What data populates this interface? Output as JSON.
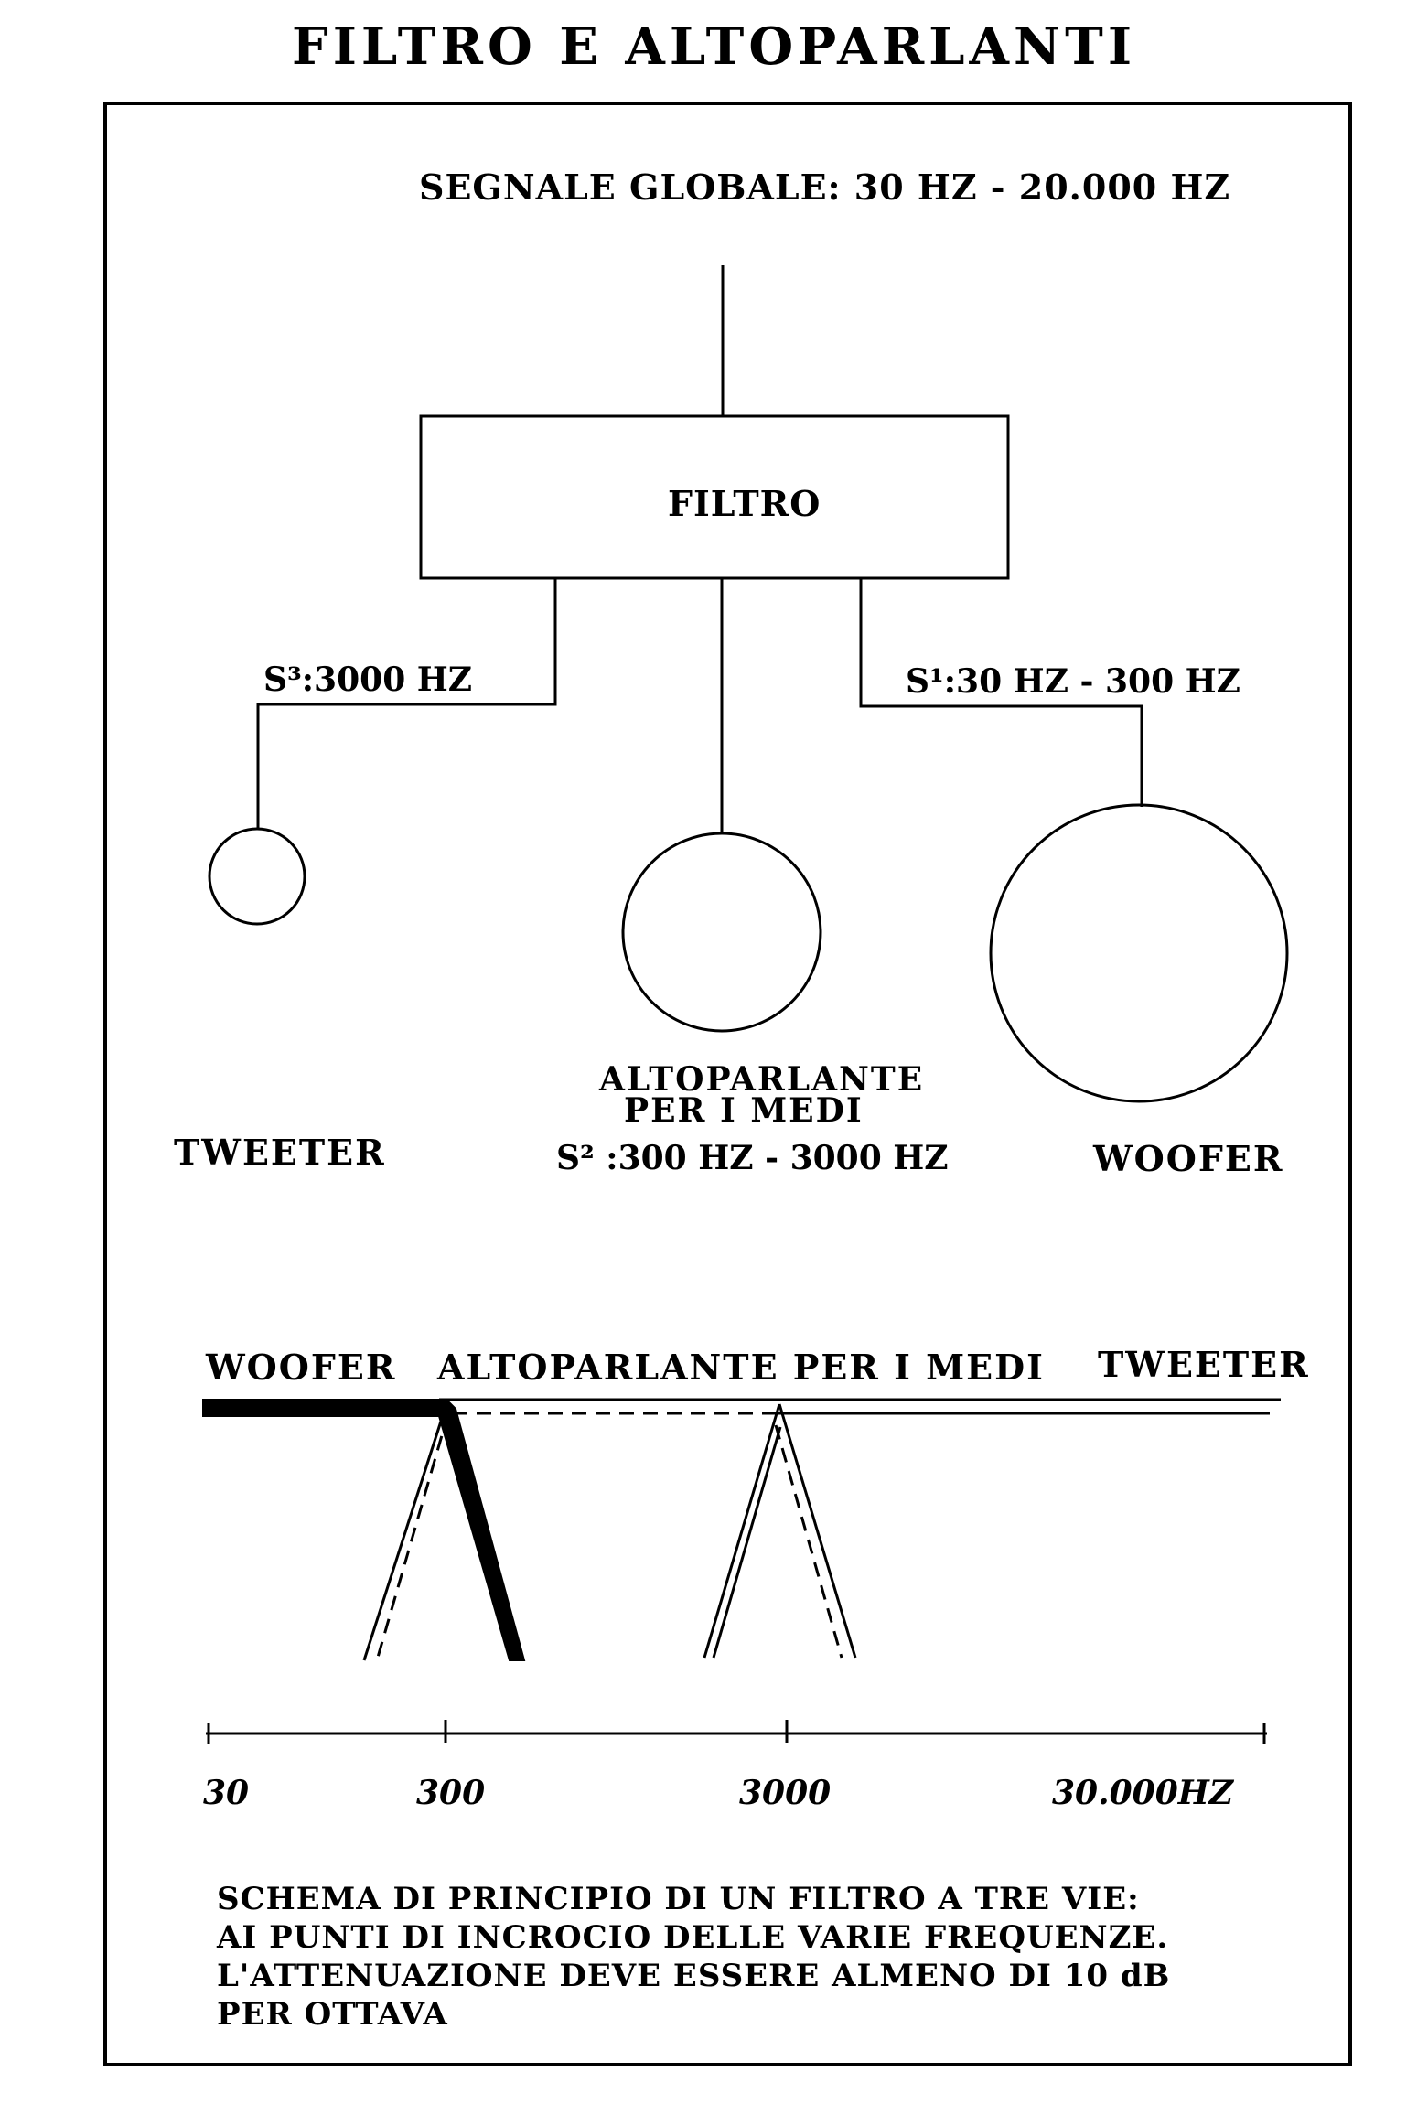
{
  "title": "FILTRO E ALTOPARLANTI",
  "signal_label": "SEGNALE GLOBALE: 30 HZ - 20.000 HZ",
  "filter_label": "FILTRO",
  "branches": {
    "tweeter_band": "S³:3000 HZ",
    "woofer_band": "S¹:30 HZ - 300 HZ",
    "mid_band": "S² :300 HZ - 3000 HZ"
  },
  "speakers": {
    "tweeter": "TWEETER",
    "mid_line1": "ALTOPARLANTE",
    "mid_line2": "PER I MEDI",
    "woofer": "WOOFER"
  },
  "response_labels": {
    "woofer": "WOOFER",
    "mid": "ALTOPARLANTE PER I MEDI",
    "tweeter": "TWEETER"
  },
  "axis_ticks": [
    "30",
    "300",
    "3000",
    "30.000HZ"
  ],
  "caption": [
    "SCHEMA DI PRINCIPIO DI UN FILTRO A TRE VIE:",
    "AI PUNTI DI INCROCIO DELLE VARIE FREQUENZE.",
    "L'ATTENUAZIONE DEVE ESSERE ALMENO DI 10 dB",
    "PER OTTAVA"
  ]
}
